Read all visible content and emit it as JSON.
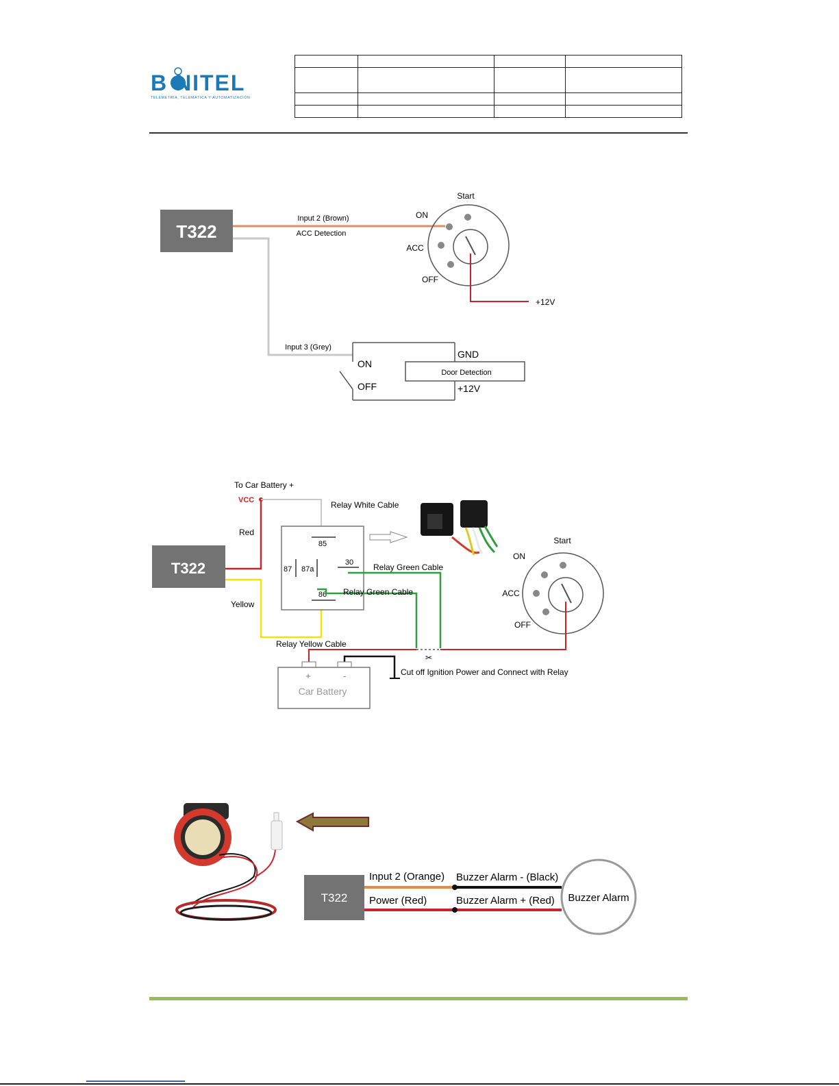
{
  "header": {
    "logo_text": "B NITEL",
    "logo_tagline": "TELEMETRÍA, TELEMÁTICA Y AUTOMATIZACIÓN",
    "table_rows": [
      [
        "",
        "",
        "",
        ""
      ],
      [
        "",
        "",
        "",
        ""
      ],
      [
        "",
        "",
        "",
        ""
      ],
      [
        "",
        "",
        "",
        ""
      ]
    ]
  },
  "diagram1": {
    "device": "T322",
    "wire_input2": "Input 2 (Brown)",
    "acc_detection": "ACC Detection",
    "ignition": {
      "start": "Start",
      "on": "ON",
      "acc": "ACC",
      "off": "OFF"
    },
    "plus12v": "+12V",
    "wire_input3": "Input 3 (Grey)",
    "switch_on": "ON",
    "switch_off": "OFF",
    "gnd": "GND",
    "door_detection": "Door Detection",
    "door_plus12v": "+12V"
  },
  "diagram2": {
    "device": "T322",
    "to_car_battery": "To Car Battery +",
    "vcc": "VCC",
    "red": "Red",
    "yellow": "Yellow",
    "relay_white_cable": "Relay White Cable",
    "pin85": "85",
    "pin87": "87",
    "pin87a": "87a",
    "pin30": "30",
    "pin86": "86",
    "relay_green_cable_1": "Relay Green Cable",
    "relay_green_cable_2": "Relay Green Cable",
    "relay_yellow_cable": "Relay Yellow Cable",
    "battery_plus": "+",
    "battery_minus": "-",
    "car_battery": "Car Battery",
    "cut_off_note": "Cut off Ignition Power and Connect with Relay",
    "ignition": {
      "start": "Start",
      "on": "ON",
      "acc": "ACC",
      "off": "OFF"
    }
  },
  "diagram3": {
    "device": "T322",
    "input2_orange": "Input 2 (Orange)",
    "power_red": "Power (Red)",
    "buzzer_minus": "Buzzer Alarm - (Black)",
    "buzzer_plus": "Buzzer Alarm + (Red)",
    "buzzer_alarm": "Buzzer Alarm"
  },
  "colors": {
    "device_box": "#737373",
    "brown_wire": "#d98f6a",
    "grey_wire": "#c9c9c9",
    "red_wire": "#c8242b",
    "yellow_wire": "#f2e10b",
    "green_wire": "#2e9e3e",
    "orange_wire": "#ef8a3c",
    "logo_blue": "#1b79b8",
    "footer_green": "#9bbb59"
  }
}
